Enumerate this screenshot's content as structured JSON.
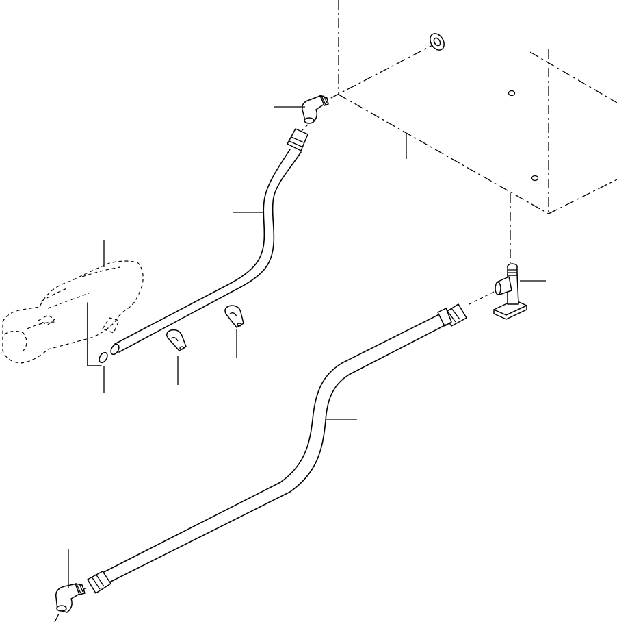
{
  "diagram": {
    "type": "exploded-parts-drawing",
    "parts": [
      {
        "name": "fuel-tank"
      },
      {
        "name": "tank-return-washer"
      },
      {
        "name": "upper-elbow-fitting"
      },
      {
        "name": "upper-fuel-tube"
      },
      {
        "name": "tube-clamp-left"
      },
      {
        "name": "tube-clamp-right"
      },
      {
        "name": "injection-pump"
      },
      {
        "name": "pump-gasket"
      },
      {
        "name": "tee-fitting"
      },
      {
        "name": "lower-fuel-tube"
      },
      {
        "name": "lower-elbow-fitting"
      }
    ]
  }
}
